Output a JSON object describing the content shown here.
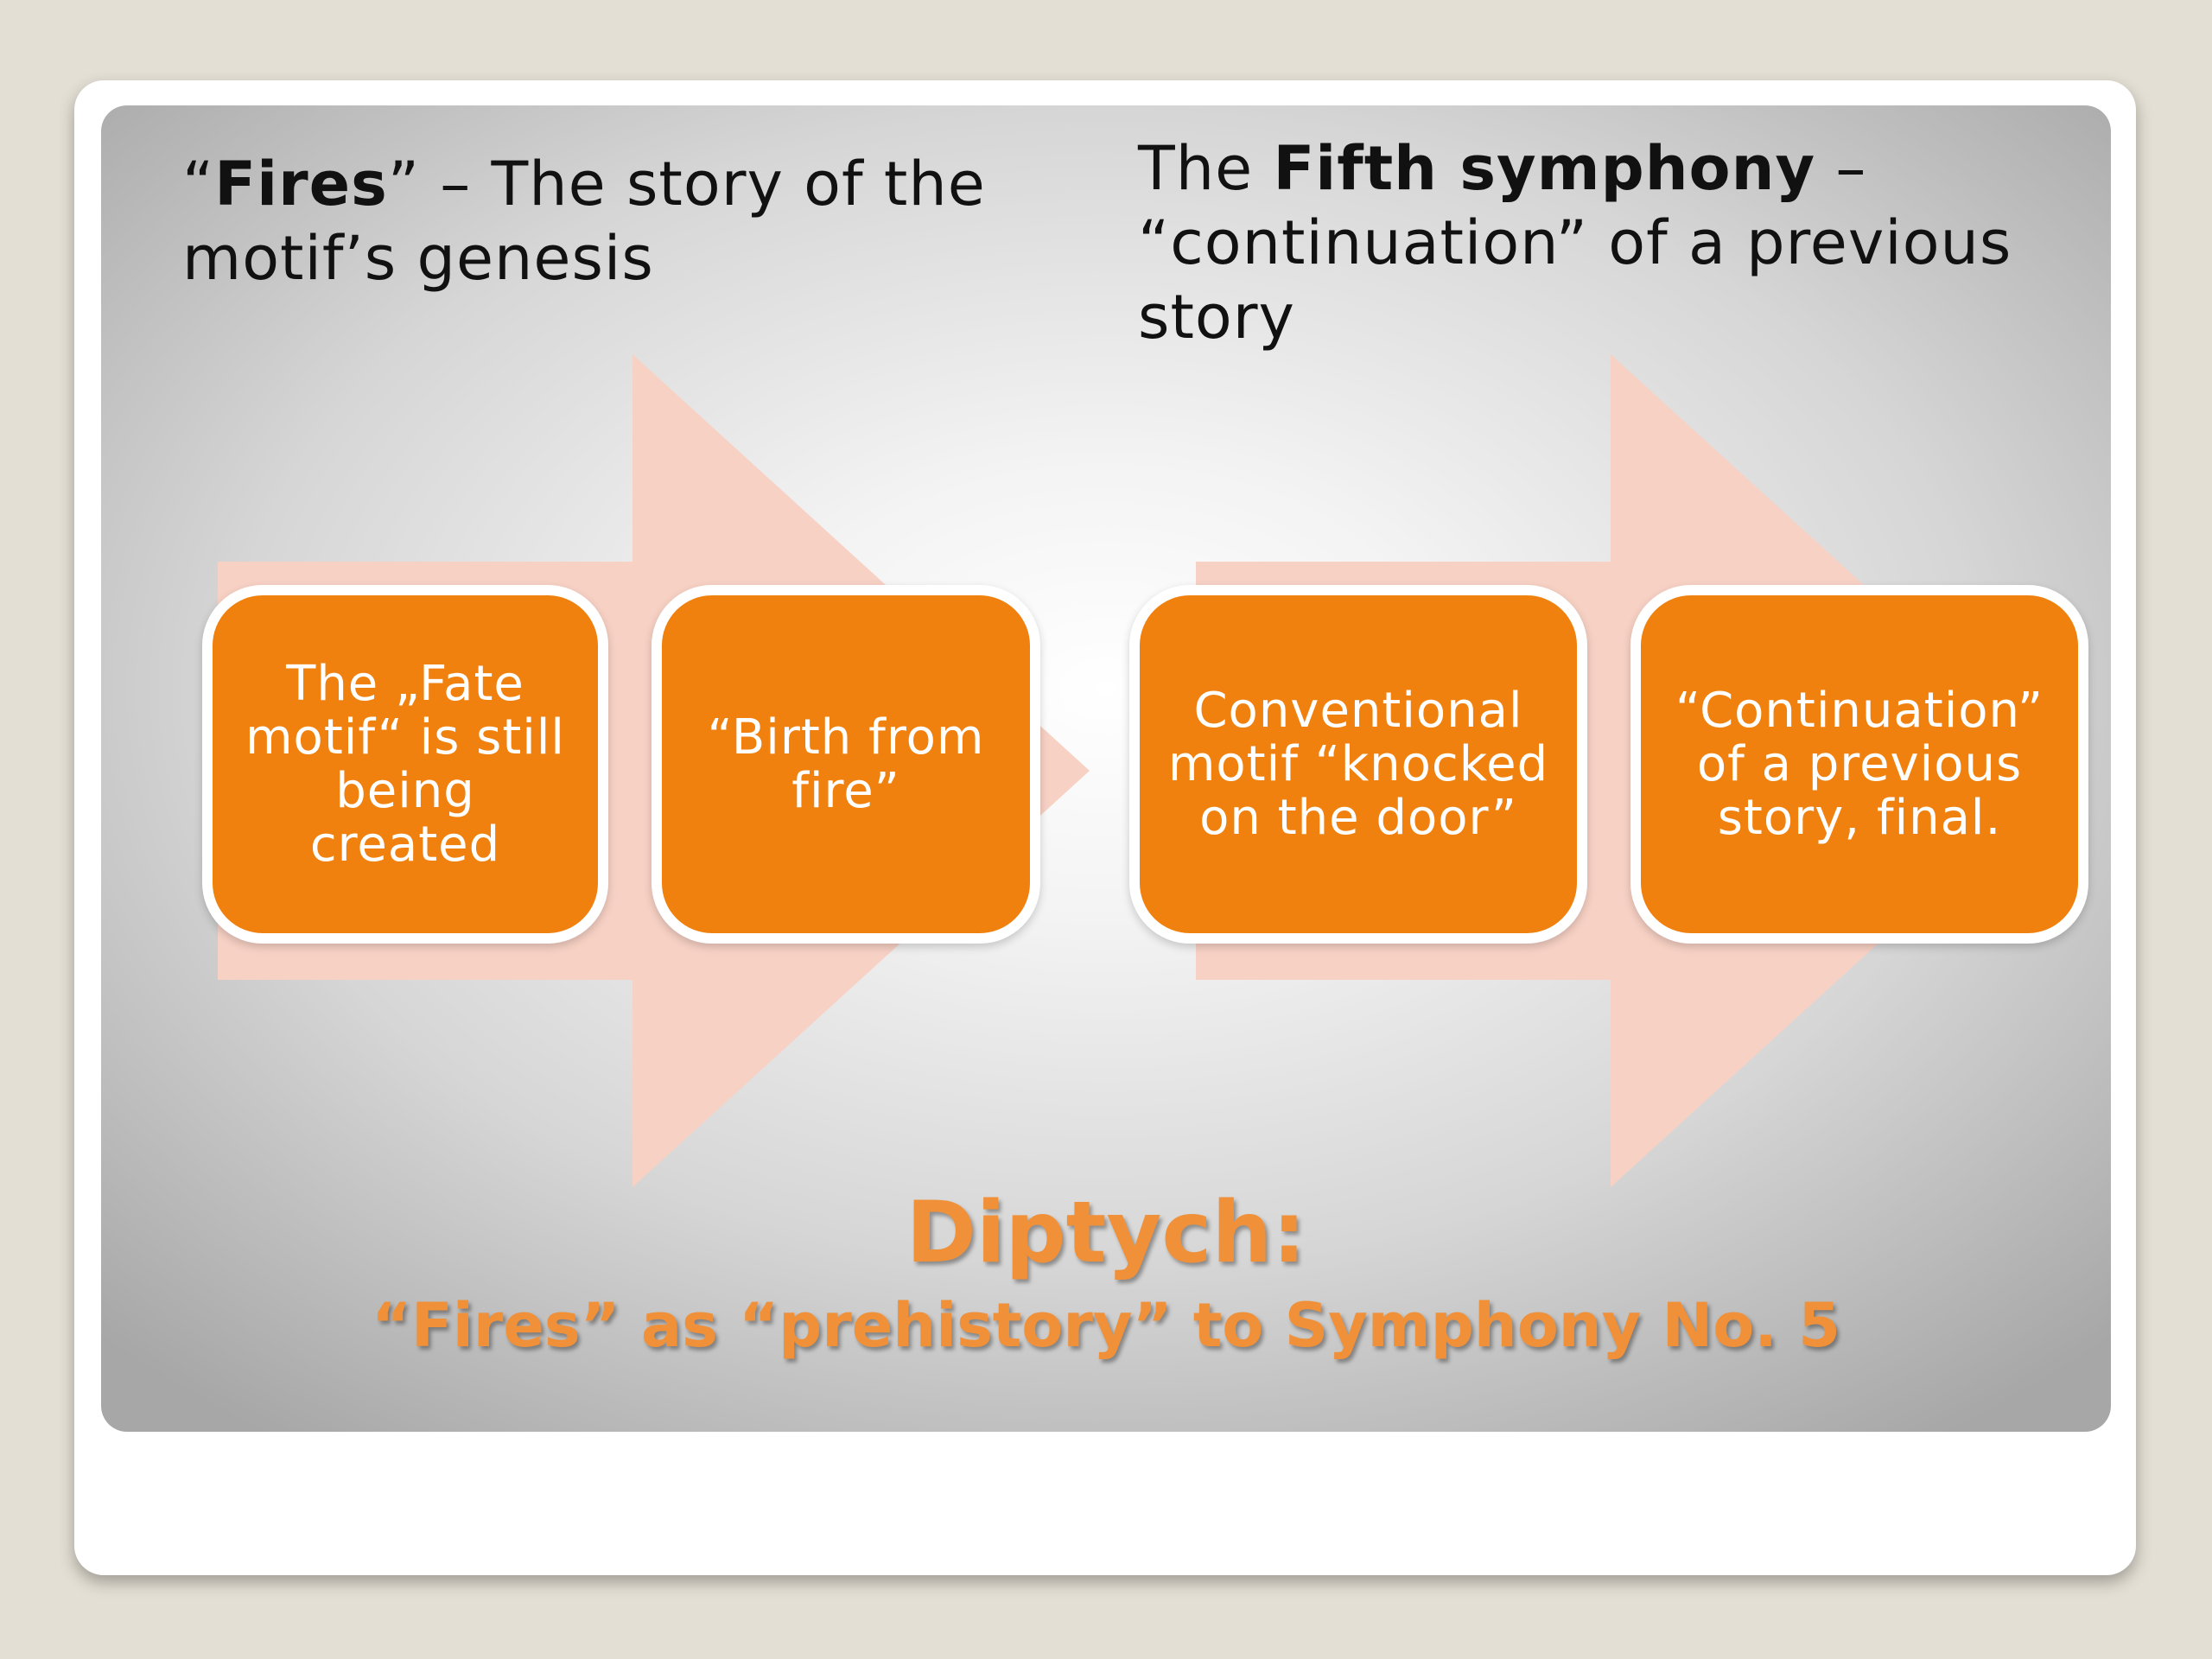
{
  "heading_left": {
    "open_quote": "“",
    "bold": "Fires",
    "rest": "” – The story of the motif’s genesis"
  },
  "heading_right": {
    "prefix": "The ",
    "bold": "Fifth symphony",
    "rest": " – “continuation” of a previous story"
  },
  "process_boxes": [
    {
      "text": "The „Fate motif“ is still being created"
    },
    {
      "text": "“Birth from fire”"
    },
    {
      "text": "Conventional motif “knocked on the door”"
    },
    {
      "text": "“Continuation” of a previous story, final."
    }
  ],
  "footer": {
    "title": "Diptych:",
    "subtitle": "“Fires” as “prehistory” to Symphony No. 5"
  },
  "colors": {
    "box_fill": "#f0810f",
    "arrow_fill": "#f7d1c4",
    "title_text": "#f0913a",
    "page_background": "#e3dfd4"
  }
}
